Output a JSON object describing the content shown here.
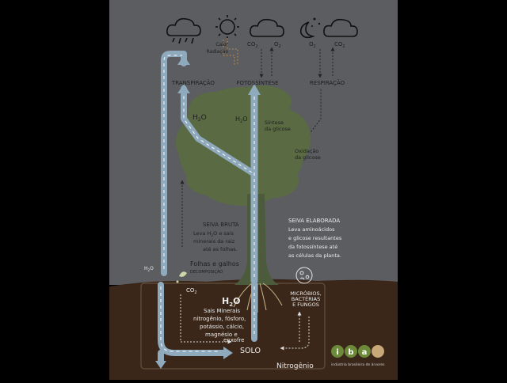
{
  "colors": {
    "sky": "#5b5d60",
    "soil": "#3b2719",
    "tree": "#5a6b44",
    "trunk": "#49573a",
    "flow": "#8fa9bd",
    "text_light": "#ececec",
    "text_dark": "#1e1e1e",
    "text_mid": "#444444",
    "sun": "#1a1a1a",
    "orange_dot": "#c58745",
    "iba_green": "#6d8a3a",
    "iba_gold": "#c8a878"
  },
  "sky": {
    "calor": "Calor",
    "radiacao": "Radiação",
    "co2_left": "CO",
    "co2_left_sub": "2",
    "o2_left": "O",
    "o2_left_sub": "2",
    "o2_right": "O",
    "o2_right_sub": "2",
    "co2_right": "CO",
    "co2_right_sub": "2",
    "transpiracao": "TRANSPIRAÇÃO",
    "fotossintese": "FOTOSSÍNTESE",
    "respiracao": "RESPIRAÇÃO"
  },
  "tree": {
    "h2o_left": "H",
    "h2o_left_sub": "2",
    "h2o_left_o": "O",
    "h2o_mid": "H",
    "h2o_mid_sub": "2",
    "h2o_mid_o": "O",
    "sintese_1": "Síntese",
    "sintese_2": "da glicose",
    "oxidacao_1": "Oxidação",
    "oxidacao_2": "da glicose",
    "seiva_bruta_title": "SEIVA BRUTA",
    "seiva_bruta_l1": "Leva H",
    "seiva_bruta_l1_sub": "2",
    "seiva_bruta_l1_end": "O e sais",
    "seiva_bruta_l2": "minerais da raiz",
    "seiva_bruta_l3": "até as folhas.",
    "seiva_elab_title": "SEIVA ELABORADA",
    "seiva_elab_l1": "Leva aminoácidos",
    "seiva_elab_l2": "e glicose resultantes",
    "seiva_elab_l3": "da fotossíntese até",
    "seiva_elab_l4": "as células da planta."
  },
  "ground": {
    "h2o_surface": "H",
    "h2o_surface_sub": "2",
    "h2o_surface_o": "O",
    "folhas": "Folhas e galhos",
    "decomposicao": "DECOMPOSIÇÃO",
    "co2_soil": "CO",
    "co2_soil_sub": "2",
    "h2o_big": "H",
    "h2o_big_sub": "2",
    "h2o_big_o": "O",
    "sais_1": "Sais Minerais",
    "sais_2": "nitrogênio, fósforo,",
    "sais_3": "potássio, cálcio,",
    "sais_4": "magnésio e",
    "sais_5": "enxofre",
    "solo": "SOLO",
    "microbios_1": "MICRÓBIOS,",
    "microbios_2": "BACTÉRIAS",
    "microbios_3": "E FUNGOS",
    "nitrogenio": "Nitrogênio"
  },
  "logo": {
    "letter_i": "i",
    "letter_b": "b",
    "letter_a": "a",
    "tagline": "indústria brasileira de árvores"
  }
}
